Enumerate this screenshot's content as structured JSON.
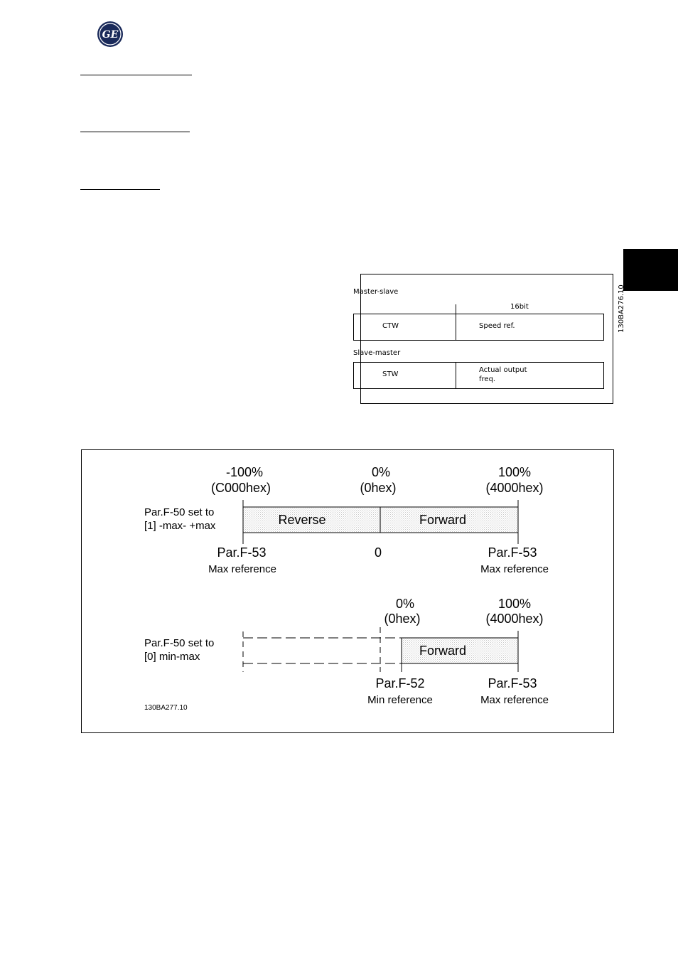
{
  "page": {
    "brand_logo": "GE",
    "side_tab_color": "#000000"
  },
  "figure1": {
    "code": "130BA276.10",
    "master_slave_label": "Master-slave",
    "bit_label": "16bit",
    "row1": {
      "left": "CTW",
      "right": "Speed ref."
    },
    "slave_master_label": "Slave-master",
    "row2": {
      "left": "STW",
      "right_line1": "Actual output",
      "right_line2": "freq."
    }
  },
  "figure2": {
    "code": "130BA277.10",
    "top": {
      "neg_pct": "-100%",
      "neg_hex": "(C000hex)",
      "zero_pct": "0%",
      "zero_hex": "(0hex)",
      "pos_pct": "100%",
      "pos_hex": "(4000hex)",
      "setting_line1": "Par.F-50 set to",
      "setting_line2": "[1] -max- +max",
      "reverse": "Reverse",
      "forward": "Forward",
      "left_param": "Par.F-53",
      "left_desc": "Max reference",
      "center_value": "0",
      "right_param": "Par.F-53",
      "right_desc": "Max reference"
    },
    "bottom": {
      "zero_pct": "0%",
      "zero_hex": "(0hex)",
      "pos_pct": "100%",
      "pos_hex": "(4000hex)",
      "setting_line1": "Par.F-50 set to",
      "setting_line2": "[0] min-max",
      "forward": "Forward",
      "left_param": "Par.F-52",
      "left_desc": "Min reference",
      "right_param": "Par.F-53",
      "right_desc": "Max reference"
    }
  }
}
